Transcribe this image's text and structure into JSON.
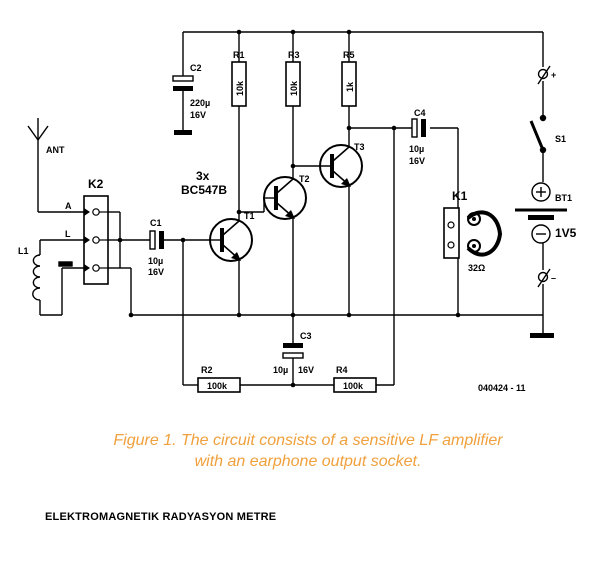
{
  "schematic": {
    "antenna": "ANT",
    "connector": {
      "ref": "K2",
      "pin_a": "A",
      "pin_l": "L"
    },
    "coil": "L1",
    "transistor_group": {
      "count": "3x",
      "type": "BC547B"
    },
    "transistors": [
      "T1",
      "T2",
      "T3"
    ],
    "capacitors": {
      "c1": {
        "ref": "C1",
        "value": "10µ",
        "voltage": "16V"
      },
      "c2": {
        "ref": "C2",
        "value": "220µ",
        "voltage": "16V"
      },
      "c3": {
        "ref": "C3",
        "value": "10µ",
        "voltage": "16V"
      },
      "c4": {
        "ref": "C4",
        "value": "10µ",
        "voltage": "16V"
      }
    },
    "resistors": {
      "r1": {
        "ref": "R1",
        "value": "10k"
      },
      "r2": {
        "ref": "R2",
        "value": "100k"
      },
      "r3": {
        "ref": "R3",
        "value": "10k"
      },
      "r4": {
        "ref": "R4",
        "value": "100k"
      },
      "r5": {
        "ref": "R5",
        "value": "1k"
      }
    },
    "earphone": {
      "ref": "K1",
      "impedance": "32Ω"
    },
    "switch": "S1",
    "battery": {
      "ref": "BT1",
      "voltage": "1V5"
    },
    "plus": "+",
    "minus": "–",
    "figure_code": "040424 - 11"
  },
  "caption": {
    "line1": "Figure 1. The circuit consists of a sensitive LF amplifier",
    "line2": "with an earphone output socket."
  },
  "footer": "ELEKTROMAGNETIK RADYASYON METRE"
}
